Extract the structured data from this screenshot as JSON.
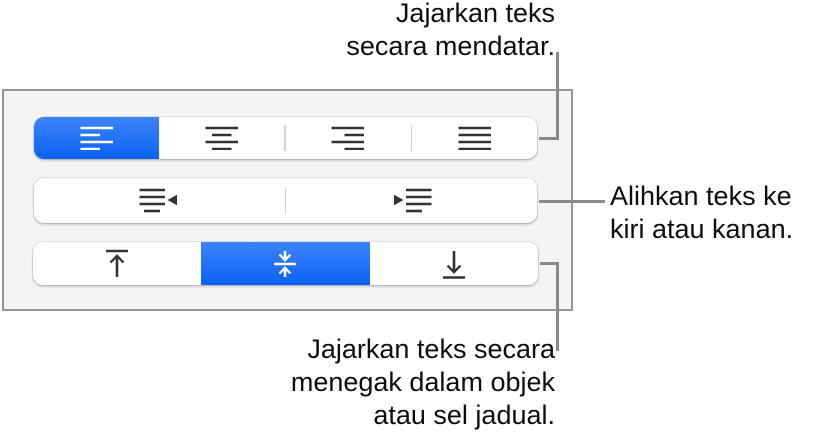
{
  "panel": {
    "name": "alignment-panel",
    "rows": [
      {
        "label": "horizontal-alignment",
        "buttons": [
          {
            "icon": "align-left-icon",
            "selected": true
          },
          {
            "icon": "align-center-icon",
            "selected": false
          },
          {
            "icon": "align-right-icon",
            "selected": false
          },
          {
            "icon": "align-justify-icon",
            "selected": false
          }
        ]
      },
      {
        "label": "text-indent",
        "buttons": [
          {
            "icon": "outdent-icon",
            "selected": false
          },
          {
            "icon": "indent-icon",
            "selected": false
          }
        ]
      },
      {
        "label": "vertical-alignment",
        "buttons": [
          {
            "icon": "align-vertical-top-icon",
            "selected": false
          },
          {
            "icon": "align-vertical-middle-icon",
            "selected": true
          },
          {
            "icon": "align-vertical-bottom-icon",
            "selected": false
          }
        ]
      }
    ]
  },
  "callouts": {
    "top": {
      "lines": [
        "Jajarkan teks",
        "secara mendatar."
      ]
    },
    "right": {
      "lines": [
        "Alihkan teks ke",
        "kiri atau kanan."
      ]
    },
    "bottom": {
      "lines": [
        "Jajarkan teks secara",
        "menegak dalam objek",
        "atau sel jadual."
      ]
    }
  },
  "colors": {
    "selected_gradient_top": "#3e84f8",
    "selected_gradient_bottom": "#0b62f4",
    "panel_background": "#f4f4f5",
    "panel_border": "#969696",
    "callout_line": "#8a8a8a",
    "icon": "#333333",
    "text": "#0d0d0d"
  }
}
